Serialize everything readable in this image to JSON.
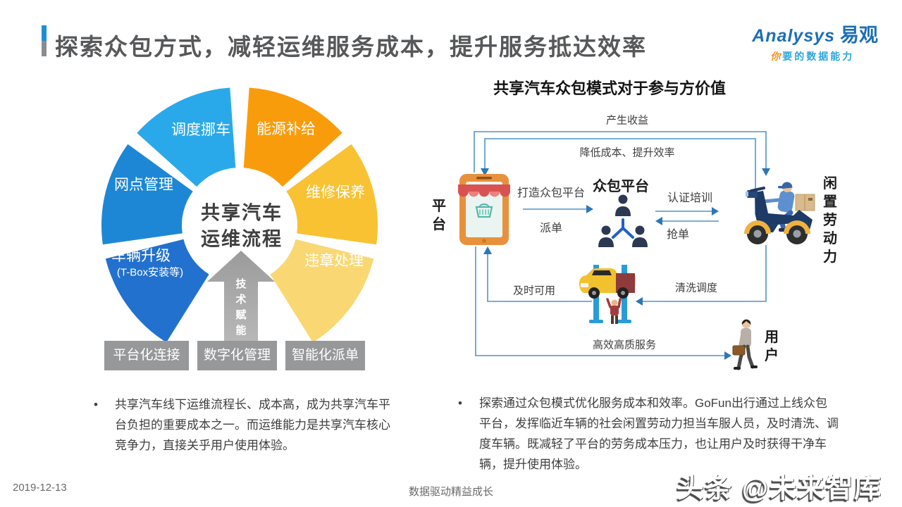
{
  "header": {
    "title": "探索众包方式，减轻运维服务成本，提升服务抵达效率",
    "logo": {
      "brand_en": "Analysys",
      "brand_cn": "易观",
      "tagline_lead": "你",
      "tagline_rest": "要的数据能力"
    }
  },
  "fan": {
    "center_line1": "共享汽车",
    "center_line2": "运维流程",
    "segments": [
      {
        "label": "调度挪车",
        "color": "#2AA9EA"
      },
      {
        "label": "能源补给",
        "color": "#F99C0C"
      },
      {
        "label": "网点管理",
        "color": "#1E87D5"
      },
      {
        "label": "维修保养",
        "color": "#F9C233"
      },
      {
        "label": "车辆升级",
        "sublabel": "(T-Box安装等)",
        "color": "#2371CE"
      },
      {
        "label": "违章处理",
        "color": "#F9D874"
      }
    ],
    "arrow_label": "技术赋能",
    "boxes": [
      "平台化连接",
      "数字化管理",
      "智能化派单"
    ]
  },
  "flow": {
    "title": "共享汽车众包模式对于参与方价值",
    "actors": {
      "platform": "平台",
      "crowd": "众包平台",
      "labor": "闲置劳动力",
      "user": "用户"
    },
    "edges": {
      "income": "产生收益",
      "cost": "降低成本、提升效率",
      "build": "打造众包平台",
      "dispatch": "派单",
      "train": "认证培训",
      "grab": "抢单",
      "available": "及时可用",
      "clean": "清洗调度",
      "service": "高效高质服务"
    }
  },
  "bullets": {
    "marker": "•",
    "left": "共享汽车线下运维流程长、成本高，成为共享汽车平台负担的重要成本之一。而运维能力是共享汽车核心竞争力，直接关乎用户使用体验。",
    "right": "探索通过众包模式优化服务成本和效率。GoFun出行通过上线众包平台，发挥临近车辆的社会闲置劳动力担当车服人员，及时清洗、调度车辆。既减轻了平台的劳务成本压力，也让用户及时获得干净车辆，提升使用体验。"
  },
  "footer": {
    "date": "2019-12-13",
    "slogan": "数据驱动精益成长",
    "watermark": "头条 @未来智库"
  }
}
